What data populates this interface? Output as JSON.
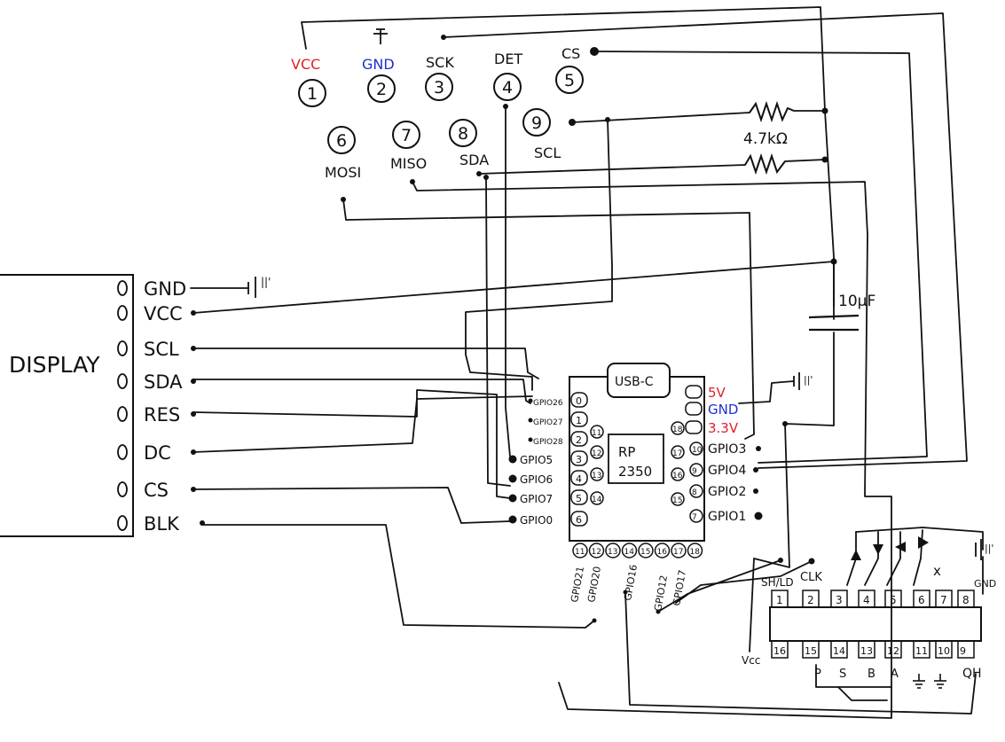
{
  "colors": {
    "ink": "#111111",
    "red": "#e0202a",
    "blue": "#1f2fd0"
  },
  "connector": {
    "pins": [
      {
        "num": "1",
        "label": "VCC",
        "color": "red"
      },
      {
        "num": "2",
        "label": "GND",
        "color": "blue"
      },
      {
        "num": "3",
        "label": "SCK",
        "color": "ink"
      },
      {
        "num": "4",
        "label": "DET",
        "color": "ink"
      },
      {
        "num": "5",
        "label": "CS",
        "color": "ink"
      },
      {
        "num": "6",
        "label": "MOSI",
        "color": "ink"
      },
      {
        "num": "7",
        "label": "MISO",
        "color": "ink"
      },
      {
        "num": "8",
        "label": "SDA",
        "color": "ink"
      },
      {
        "num": "9",
        "label": "SCL",
        "color": "ink"
      }
    ]
  },
  "resistor_label": "4.7kΩ",
  "capacitor_label": "10µF",
  "display": {
    "title": "DISPLAY",
    "pins": [
      "GND",
      "VCC",
      "SCL",
      "SDA",
      "RES",
      "DC",
      "CS",
      "BLK"
    ]
  },
  "mcu": {
    "usb": "USB-C",
    "name_line1": "RP",
    "name_line2": "2350",
    "power": [
      {
        "label": "5V",
        "color": "red"
      },
      {
        "label": "GND",
        "color": "blue"
      },
      {
        "label": "3.3V",
        "color": "red"
      }
    ],
    "left_pins": [
      {
        "num": "0",
        "label": "GPIO26"
      },
      {
        "num": "1",
        "label": "GPIO27"
      },
      {
        "num": "2",
        "label": "GPIO28"
      },
      {
        "num": "3",
        "label": "GPIO5"
      },
      {
        "num": "4",
        "label": "GPIO6"
      },
      {
        "num": "5",
        "label": "GPIO7"
      },
      {
        "num": "6",
        "label": "GPIO0"
      }
    ],
    "inner_left": [
      "11",
      "12",
      "13",
      "14"
    ],
    "inner_right": [
      "18",
      "17",
      "16",
      "15"
    ],
    "right_pins": [
      {
        "num": "10",
        "label": "GPIO3"
      },
      {
        "num": "9",
        "label": "GPIO4"
      },
      {
        "num": "8",
        "label": "GPIO2"
      },
      {
        "num": "7",
        "label": "GPIO1"
      }
    ],
    "bottom_nums": [
      "11",
      "12",
      "13",
      "14",
      "15",
      "16",
      "17",
      "18"
    ],
    "bottom_labels": [
      "GPIO21",
      "GPIO20",
      "GPIO16",
      "GPIO12",
      "GPIO17"
    ]
  },
  "shift_register": {
    "top_nums": [
      "1",
      "2",
      "3",
      "4",
      "5",
      "6",
      "7",
      "8"
    ],
    "bottom_nums": [
      "16",
      "15",
      "14",
      "13",
      "12",
      "11",
      "10",
      "9"
    ],
    "sh_ld": "SH/LD",
    "clk": "CLK",
    "gnd": "GND",
    "vcc": "Vcc",
    "qh": "QH",
    "x_mark": "x",
    "button_labels": [
      "P",
      "S",
      "B",
      "A"
    ]
  },
  "gnd_tick": "||'"
}
